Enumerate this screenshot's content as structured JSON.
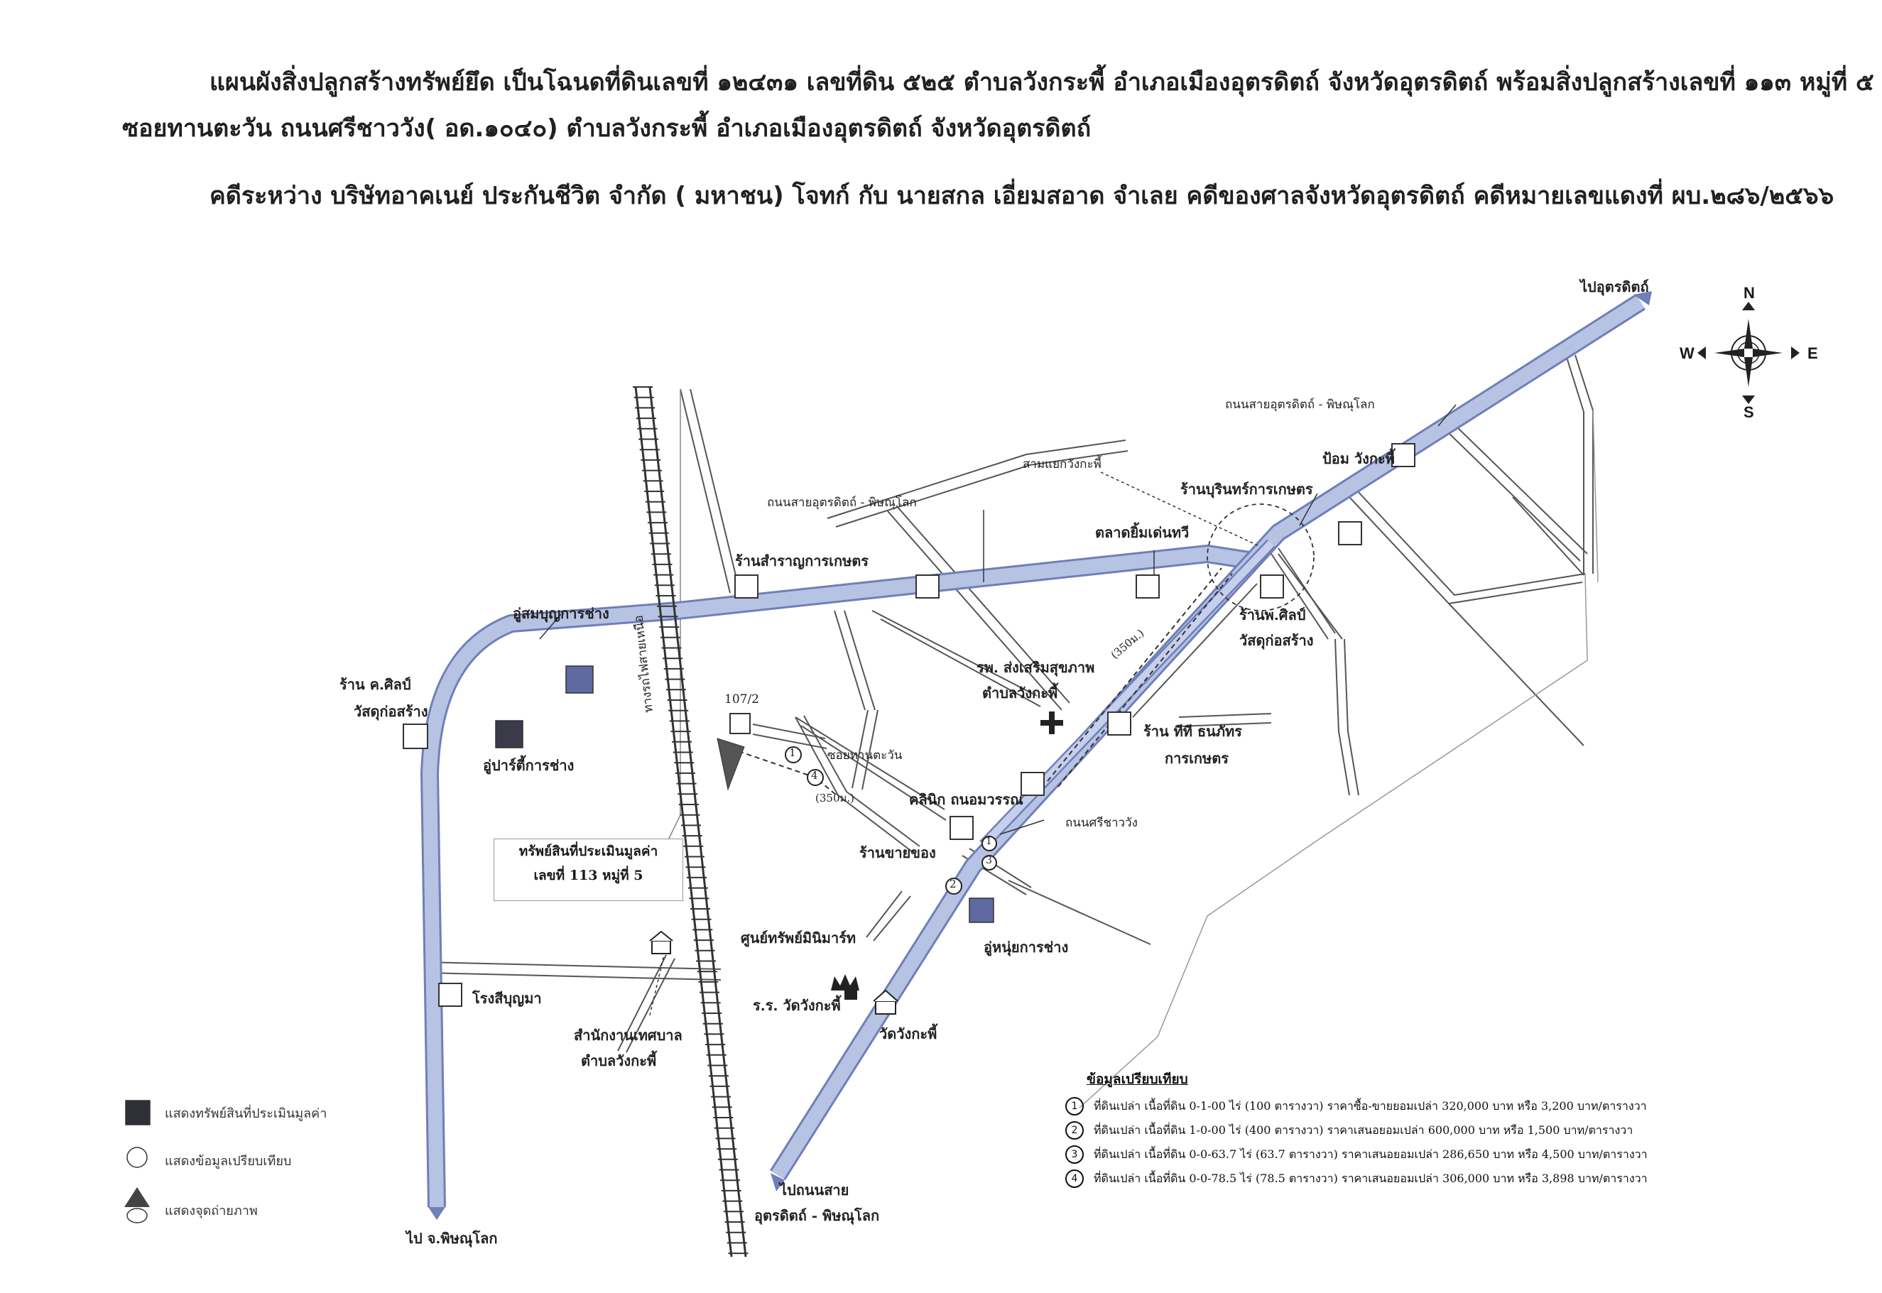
{
  "header": {
    "line1": "แผนผังสิ่งปลูกสร้างทรัพย์ยึด เป็นโฉนดที่ดินเลขที่ ๑๒๔๓๑ เลขที่ดิน ๕๒๕ ตำบลวังกระพี้ อำเภอเมืองอุตรดิตถ์ จังหวัดอุตรดิตถ์ พร้อมสิ่งปลูกสร้างเลขที่ ๑๑๓ หมู่ที่ ๕",
    "line2": "ซอยทานตะวัน ถนนศรีชาววัง( อด.๑๐๔๐) ตำบลวังกระพี้ อำเภอเมืองอุตรดิตถ์ จังหวัดอุตรดิตถ์",
    "line3": "คดีระหว่าง บริษัทอาคเนย์ ประกันชีวิต จำกัด ( มหาชน) โจทก์ กับ นายสกล เอี่ยมสอาด จำเลย คดีของศาลจังหวัดอุตรดิตถ์ คดีหมายเลขแดงที่ ผบ.๒๘๖/๒๕๖๖"
  },
  "compass": {
    "n": "N",
    "s": "S",
    "e": "E",
    "w": "W"
  },
  "labels": {
    "to_uttaradit": "ไปอุตรดิตถ์",
    "road_utt_phit_right": "ถนนสายอุตรดิตถ์ - พิษณุโลก",
    "police_box": "ป้อม วังกะพี้",
    "junction": "สามแยกวังกะพี้",
    "shop_burin": "ร้านบุรินทร์การเกษตร",
    "road_utt_phit_mid": "ถนนสายอุตรดิตถ์ - พิษณุโลก",
    "market": "ตลาดยิ้มเด่นทวี",
    "shop_samran": "ร้านสำราญการเกษตร",
    "shop_p_sin": "ร้านพ.ศิลป์",
    "shop_p_sin2": "วัสดุก่อสร้าง",
    "garage1": "อู่สมบุญการช่าง",
    "shop_k_sin": "ร้าน ค.ศิลป์",
    "shop_k_sin2": "วัสดุก่อสร้าง",
    "garage_paint": "อู่ปาร์ตี้การช่าง",
    "railway": "ทางรถไฟสายเหนือ",
    "house_no": "107/2",
    "soi_tantawan": "ซอยทานตะวัน",
    "dist_350a": "(350ม.)",
    "dist_350b": "(350ม.)",
    "hospital": "รพ. ส่งเสริมสุขภาพ",
    "hospital2": "ตำบลวังกะพี้",
    "shop_tt": "ร้าน ทีที ธนภัทร",
    "shop_tt2": "การเกษตร",
    "clinic": "คลินิก ถนอมวรรณ",
    "road_srichaowang": "ถนนศรีชาววัง",
    "shop_small": "ร้านขายของ",
    "center": "ศูนย์ทรัพย์มินิมาร์ท",
    "garage2": "อู่หนุ่ยการช่าง",
    "school": "ร.ร. วัดวังกะพี้",
    "temple": "วัดวังกะพี้",
    "mill": "โรงสีบุญมา",
    "office": "สำนักงานเทศบาล",
    "office2": "ตำบลวังกะพี้",
    "to_phitsanulok": "ไป จ.พิษณุโลก",
    "to_road_bottom": "ไปถนนสาย",
    "to_road_bottom2": "อุตรดิตถ์ - พิษณุโลก",
    "num1": "1",
    "num2": "2",
    "num3": "3",
    "num4": "4"
  },
  "property_box": {
    "line1": "ทรัพย์สินที่ประเมินมูลค่า",
    "line2": "เลขที่ 113 หมู่ที่ 5"
  },
  "legend": [
    {
      "text": "แสดงทรัพย์สินที่ประเมินมูลค่า",
      "symbol": "filled-square"
    },
    {
      "text": "แสดงข้อมูลเปรียบเทียบ",
      "symbol": "circle"
    },
    {
      "text": "แสดงจุดถ่ายภาพ",
      "symbol": "triangle"
    }
  ],
  "comparison": {
    "title": "ข้อมูลเปรียบเทียบ",
    "rows": [
      {
        "n": "1",
        "text": "ที่ดินเปล่า เนื้อที่ดิน 0-1-00 ไร่ (100 ตารางวา) ราคาซื้อ-ขายยอมเปล่า 320,000 บาท หรือ 3,200 บาท/ตารางวา"
      },
      {
        "n": "2",
        "text": "ที่ดินเปล่า เนื้อที่ดิน 1-0-00 ไร่ (400 ตารางวา) ราคาเสนอยอมเปล่า 600,000 บาท หรือ 1,500 บาท/ตารางวา"
      },
      {
        "n": "3",
        "text": "ที่ดินเปล่า เนื้อที่ดิน 0-0-63.7 ไร่ (63.7 ตารางวา) ราคาเสนอยอมเปล่า 286,650 บาท หรือ 4,500 บาท/ตารางวา"
      },
      {
        "n": "4",
        "text": "ที่ดินเปล่า เนื้อที่ดิน 0-0-78.5 ไร่ (78.5 ตารางวา) ราคาเสนอยอมเปล่า 306,000 บาท หรือ 3,898 บาท/ตารางวา"
      }
    ]
  },
  "colors": {
    "road_fill": "#b7c3e3",
    "road_edge": "#6f7fb8",
    "line": "#4a4a4a",
    "property": "#4a5a9a"
  }
}
